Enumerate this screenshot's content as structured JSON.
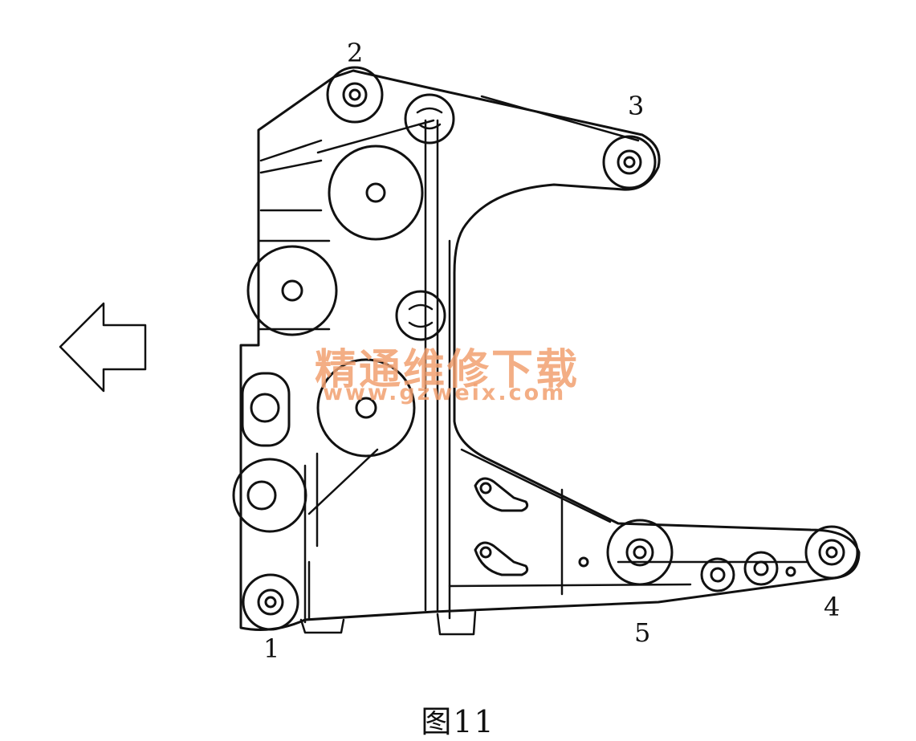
{
  "figure": {
    "caption": "图11",
    "callouts": [
      "1",
      "2",
      "3",
      "4",
      "5"
    ]
  },
  "watermark": {
    "cn_text": "精通维修下载",
    "url": "www.gzweix.com",
    "color": "#f2a070"
  },
  "style": {
    "line_color": "#111111",
    "background": "#ffffff"
  }
}
